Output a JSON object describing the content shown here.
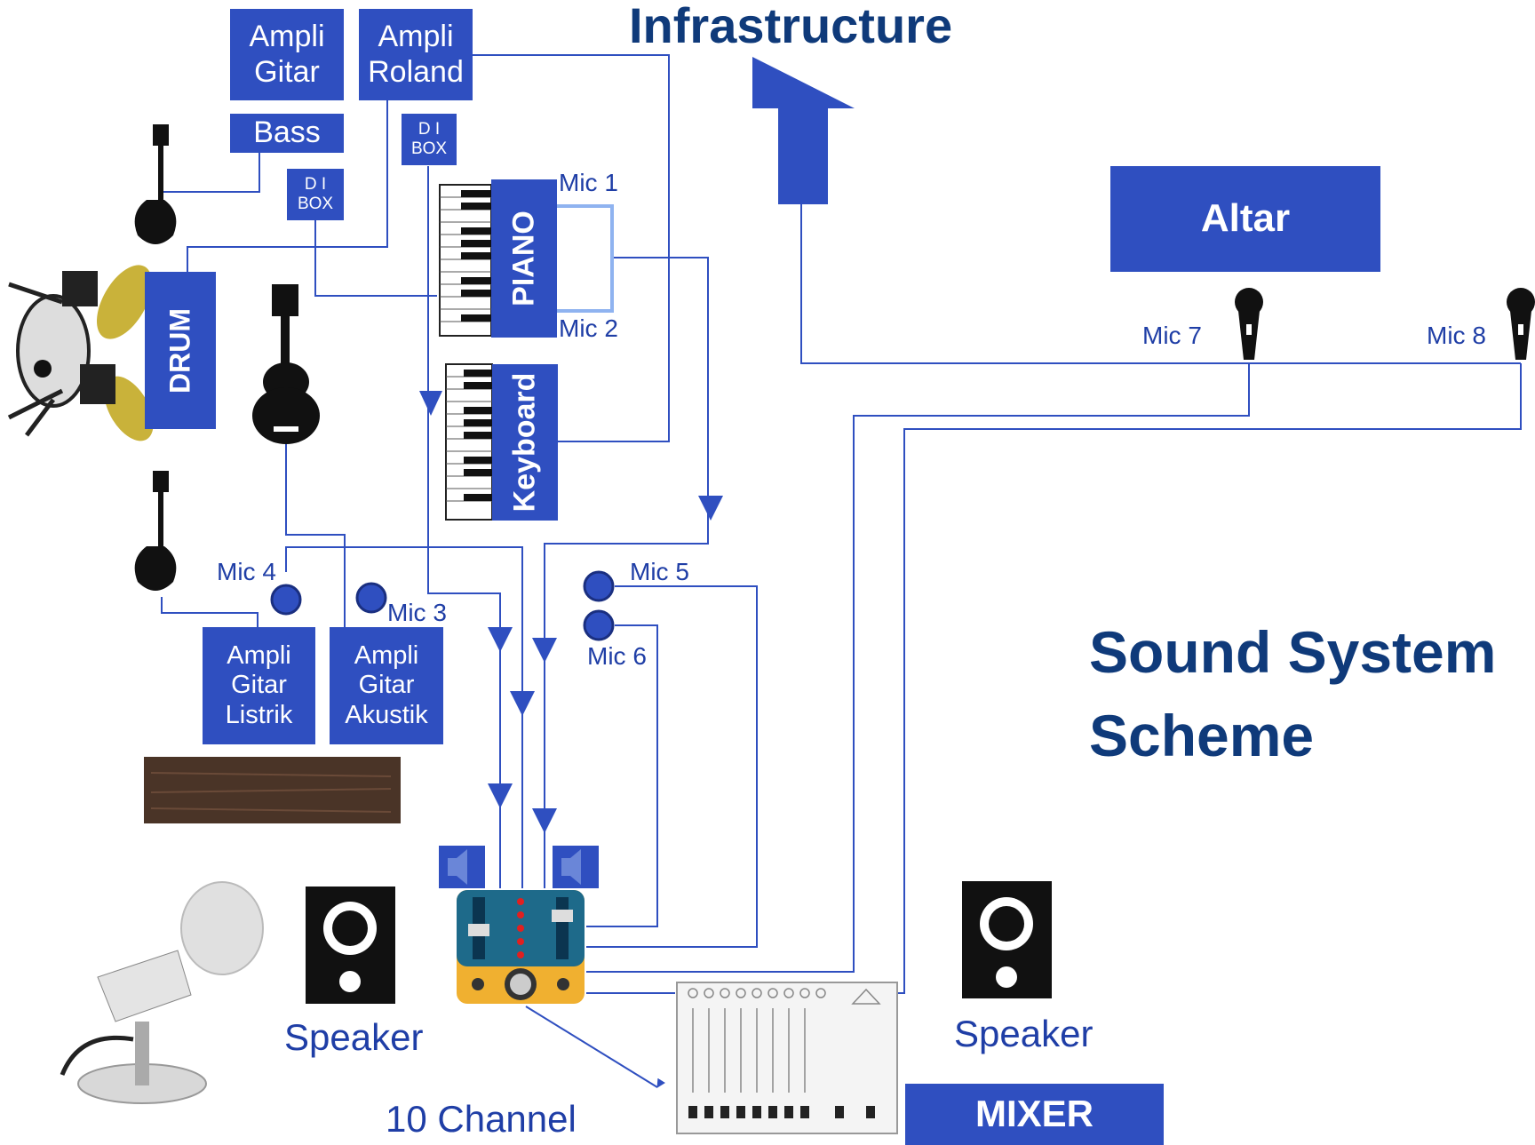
{
  "title": "Infrastructure",
  "scheme_title": {
    "line1": "Sound System",
    "line2": "Scheme"
  },
  "boxes": {
    "ampli_gitar": "Ampli\nGitar",
    "ampli_roland": "Ampli\nRoland",
    "bass": "Bass",
    "di_box_1": "D I\nBOX",
    "di_box_2": "D I\nBOX",
    "drum": "DRUM",
    "piano": "PIANO",
    "keyboard": "Keyboard",
    "altar": "Altar",
    "ampli_gitar_listrik": "Ampli\nGitar\nListrik",
    "ampli_gitar_akustik": "Ampli\nGitar\nAkustik",
    "mixer": "MIXER"
  },
  "mics": {
    "mic1": "Mic 1",
    "mic2": "Mic 2",
    "mic3": "Mic 3",
    "mic4": "Mic 4",
    "mic5": "Mic 5",
    "mic6": "Mic 6",
    "mic7": "Mic 7",
    "mic8": "Mic 8"
  },
  "speakers": {
    "left": "Speaker",
    "right": "Speaker"
  },
  "channel_label": "10 Channel",
  "colors": {
    "box_blue": "#2f4fc0",
    "line_blue": "#2f4fc0",
    "title_navy": "#0f3a7a"
  }
}
